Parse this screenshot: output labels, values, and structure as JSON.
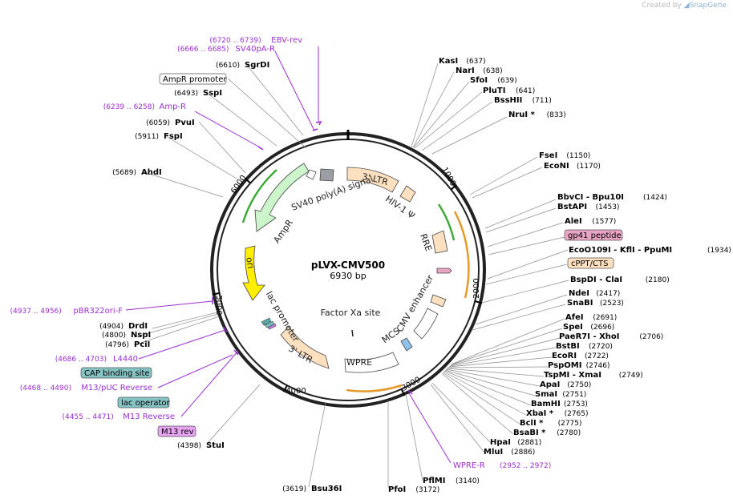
{
  "credit": {
    "prefix": "Created by",
    "brand": "SnapGene"
  },
  "plasmid": {
    "name": "pLVX-CMV500",
    "size_label": "6930 bp",
    "length": 6930
  },
  "ticks": [
    {
      "bp": 1000,
      "label": "1000"
    },
    {
      "bp": 2000,
      "label": "2000"
    },
    {
      "bp": 3000,
      "label": "3000"
    },
    {
      "bp": 4000,
      "label": "4000"
    },
    {
      "bp": 5000,
      "label": "5000"
    },
    {
      "bp": 6000,
      "label": "6000"
    }
  ],
  "colors": {
    "enzyme_line": "#8a8a8a",
    "primer": "#9a2fd0",
    "ltr_fill": "#fde0c0",
    "ampr_fill": "#ccf5cc",
    "ori_fill": "#ffee00",
    "green_line": "#3ea838",
    "orange_line": "#e59a2a"
  },
  "enzymes_right": [
    {
      "name": "KasI",
      "pos": "(637)"
    },
    {
      "name": "NarI",
      "pos": "(638)"
    },
    {
      "name": "SfoI",
      "pos": "(639)"
    },
    {
      "name": "PluTI",
      "pos": "(641)"
    },
    {
      "name": "BssHII",
      "pos": "(711)"
    },
    {
      "name": "NruI *",
      "pos": "(833)"
    },
    {
      "name": "FseI",
      "pos": "(1150)"
    },
    {
      "name": "EcoNI",
      "pos": "(1170)"
    },
    {
      "name": "BbvCI  - Bpu10I",
      "pos": "(1424)"
    },
    {
      "name": "BstAPI",
      "pos": "(1453)"
    },
    {
      "name": "AleI",
      "pos": "(1577)"
    },
    {
      "name": "EcoO109I  - KflI  - PpuMI",
      "pos": "(1934)"
    },
    {
      "name": "BspDI  - ClaI",
      "pos": "(2180)"
    },
    {
      "name": "NdeI",
      "pos": "(2417)"
    },
    {
      "name": "SnaBI",
      "pos": "(2523)"
    },
    {
      "name": "AfeI",
      "pos": "(2691)"
    },
    {
      "name": "SpeI",
      "pos": "(2696)"
    },
    {
      "name": "PaeR7I  - XhoI",
      "pos": "(2706)"
    },
    {
      "name": "BstBI",
      "pos": "(2720)"
    },
    {
      "name": "EcoRI",
      "pos": "(2722)"
    },
    {
      "name": "PspOMI",
      "pos": "(2746)"
    },
    {
      "name": "TspMI  - XmaI",
      "pos": "(2749)"
    },
    {
      "name": "ApaI",
      "pos": "(2750)"
    },
    {
      "name": "SmaI",
      "pos": "(2751)"
    },
    {
      "name": "BamHI",
      "pos": "(2753)"
    },
    {
      "name": "XbaI *",
      "pos": "(2765)"
    },
    {
      "name": "BclI *",
      "pos": "(2775)"
    },
    {
      "name": "BsaBI *",
      "pos": "(2780)"
    },
    {
      "name": "HpaI",
      "pos": "(2881)"
    },
    {
      "name": "MluI",
      "pos": "(2886)"
    },
    {
      "name": "PflMI",
      "pos": "(3140)"
    },
    {
      "name": "PfoI",
      "pos": "(3172)"
    }
  ],
  "enzymes_left": [
    {
      "name": "SgrDI",
      "pos": "(6610)"
    },
    {
      "name": "SspI",
      "pos": "(6493)"
    },
    {
      "name": "PvuI",
      "pos": "(6059)"
    },
    {
      "name": "FspI",
      "pos": "(5911)"
    },
    {
      "name": "AhdI",
      "pos": "(5689)"
    },
    {
      "name": "DrdI",
      "pos": "(4904)"
    },
    {
      "name": "NspI",
      "pos": "(4800)"
    },
    {
      "name": "PciI",
      "pos": "(4796)"
    },
    {
      "name": "StuI",
      "pos": "(4398)"
    },
    {
      "name": "Bsu36I",
      "pos": "(3619)"
    }
  ],
  "primers": [
    {
      "name": "EBV-rev",
      "range": "(6720 .. 6739)"
    },
    {
      "name": "SV40pA-R",
      "range": "(6666 .. 6685)"
    },
    {
      "name": "Amp-R",
      "range": "(6239 .. 6258)"
    },
    {
      "name": "pBR322ori-F",
      "range": "(4937 .. 4956)"
    },
    {
      "name": "L4440",
      "range": "(4686 .. 4703)"
    },
    {
      "name": "M13/pUC Reverse",
      "range": "(4468 .. 4490)"
    },
    {
      "name": "M13 Reverse",
      "range": "(4455 .. 4471)"
    },
    {
      "name": "WPRE-R",
      "range": "(2952 .. 2972)"
    }
  ],
  "boxed_labels": [
    {
      "name": "AmpR promoter",
      "style": "white"
    },
    {
      "name": "gp41 peptide",
      "style": "pink"
    },
    {
      "name": "cPPT/CTS",
      "style": "peach"
    },
    {
      "name": "CAP binding site",
      "style": "teal"
    },
    {
      "name": "lac operator",
      "style": "teal"
    },
    {
      "name": "M13 rev",
      "style": "violet"
    }
  ],
  "features": [
    {
      "name": "3' LTR"
    },
    {
      "name": "HIV-1 Ψ"
    },
    {
      "name": "RRE"
    },
    {
      "name": "CMV enhancer"
    },
    {
      "name": "MCS"
    },
    {
      "name": "WPRE"
    },
    {
      "name": "Factor Xa site"
    },
    {
      "name": "3' LTR"
    },
    {
      "name": "lac promoter"
    },
    {
      "name": "ori"
    },
    {
      "name": "AmpR"
    },
    {
      "name": "SV40 poly(A) signal"
    }
  ]
}
